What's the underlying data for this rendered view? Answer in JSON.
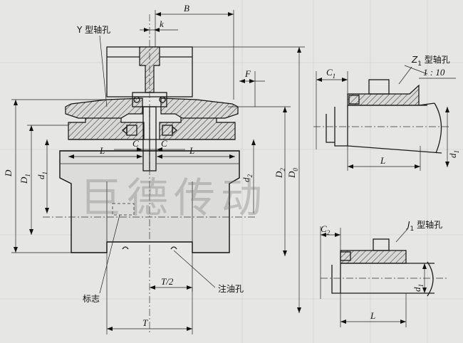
{
  "labels": {
    "y_hole": "Y 型轴孔",
    "z1_hole": "Z",
    "z1_sub": "1",
    "z1_suffix": " 型轴孔",
    "j1_hole": "J",
    "j1_sub": "1",
    "j1_suffix": " 型轴孔",
    "taper": "1 : 10",
    "mark": "标志",
    "oil_hole": "注油孔",
    "watermark": "巨德传动"
  },
  "dims": {
    "B": "B",
    "k": "k",
    "F": "F",
    "C": "C",
    "C_right": "C",
    "L_left": "L",
    "L_right": "L",
    "L_z1": "L",
    "L_j1": "L",
    "D": "D",
    "D1": "D",
    "D1_sub": "1",
    "d1": "d",
    "d1_sub": "1",
    "d2": "d",
    "d2_sub": "2",
    "D2": "D",
    "D2_sub": "2",
    "D0": "D",
    "D0_sub": "0",
    "C1": "C",
    "C1_sub": "1",
    "C2": "C",
    "C2_sub": "2",
    "d1_z1": "d",
    "d1_z1_sub": "1",
    "d1_j1": "d",
    "d1_j1_sub": "1",
    "T_half": "T/2",
    "T": "T"
  }
}
